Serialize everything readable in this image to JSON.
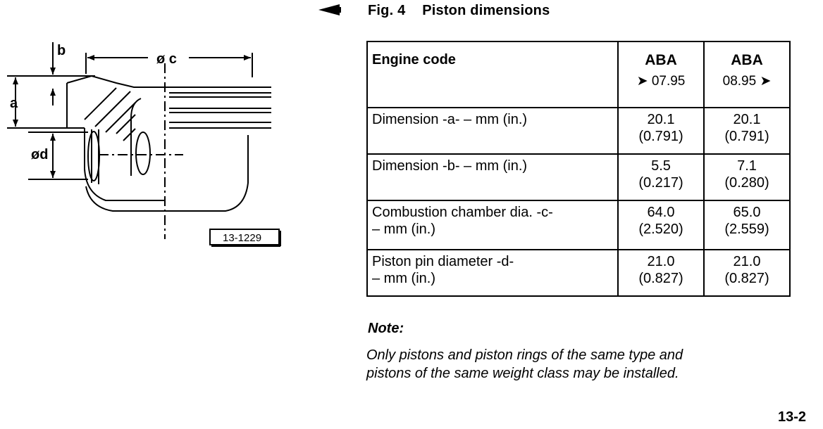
{
  "figure": {
    "number": "Fig. 4",
    "title": "Piston dimensions"
  },
  "drawing": {
    "labels": {
      "a": "a",
      "b": "b",
      "c": "ø c",
      "d": "ød"
    },
    "ref_number": "13-1229"
  },
  "table": {
    "header": {
      "label": "Engine code",
      "columns": [
        {
          "code": "ABA",
          "range": "➤ 07.95"
        },
        {
          "code": "ABA",
          "range": "08.95 ➤"
        }
      ]
    },
    "rows": [
      {
        "label_lines": [
          "Dimension -a-  – mm (in.)"
        ],
        "values": [
          [
            "20.1",
            "(0.791)"
          ],
          [
            "20.1",
            "(0.791)"
          ]
        ]
      },
      {
        "label_lines": [
          "Dimension -b-  – mm (in.)"
        ],
        "values": [
          [
            "5.5",
            "(0.217)"
          ],
          [
            "7.1",
            "(0.280)"
          ]
        ]
      },
      {
        "label_lines": [
          "Combustion chamber dia. -c-",
          "– mm (in.)"
        ],
        "values": [
          [
            "64.0",
            "(2.520)"
          ],
          [
            "65.0",
            "(2.559)"
          ]
        ]
      },
      {
        "label_lines": [
          "Piston pin diameter -d-",
          "– mm (in.)"
        ],
        "values": [
          [
            "21.0",
            "(0.827)"
          ],
          [
            "21.0",
            "(0.827)"
          ]
        ]
      }
    ]
  },
  "note": {
    "title": "Note:",
    "lines": [
      "Only pistons and piston rings of the same type and",
      "pistons of the same weight class may be installed."
    ]
  },
  "page_number": "13-2",
  "icons": {
    "fig_pointer": "pointer-left-icon"
  }
}
